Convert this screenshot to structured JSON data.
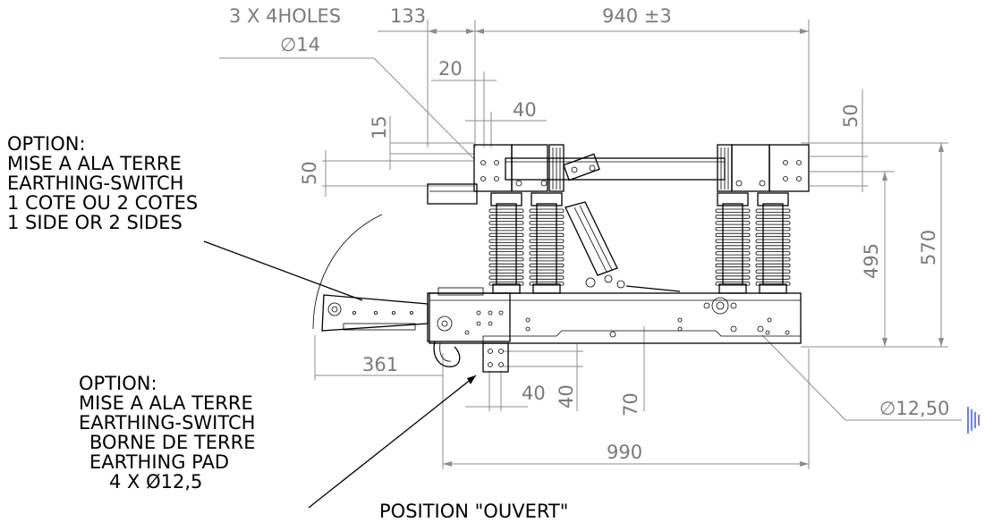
{
  "notes": {
    "top_left": [
      "OPTION:",
      "MISE A ALA TERRE",
      "EARTHING-SWITCH",
      "1 COTE OU 2 COTES",
      "1 SIDE OR 2 SIDES"
    ],
    "bottom_left": [
      "OPTION:",
      "MISE A ALA TERRE",
      "EARTHING-SWITCH",
      "BORNE DE TERRE",
      "EARTHING PAD",
      "4 X Ø12,5"
    ],
    "bottom_center": "POSITION \"OUVERT\""
  },
  "dimensions": {
    "holes": "3 X 4HOLES",
    "hole_dia": "∅14",
    "d133": "133",
    "d940": "940 ±3",
    "d20": "20",
    "d40_top": "40",
    "d15": "15",
    "d50_left": "50",
    "d50_right": "50",
    "d495": "495",
    "d570": "570",
    "d361": "361",
    "d40_bl": "40",
    "d40_bl_v": "40",
    "d70": "70",
    "d990": "990",
    "dia_12_50": "∅12,50"
  },
  "colors": {
    "dimension": "#7a7a7a",
    "ground_symbol": "#3b5bd6"
  }
}
